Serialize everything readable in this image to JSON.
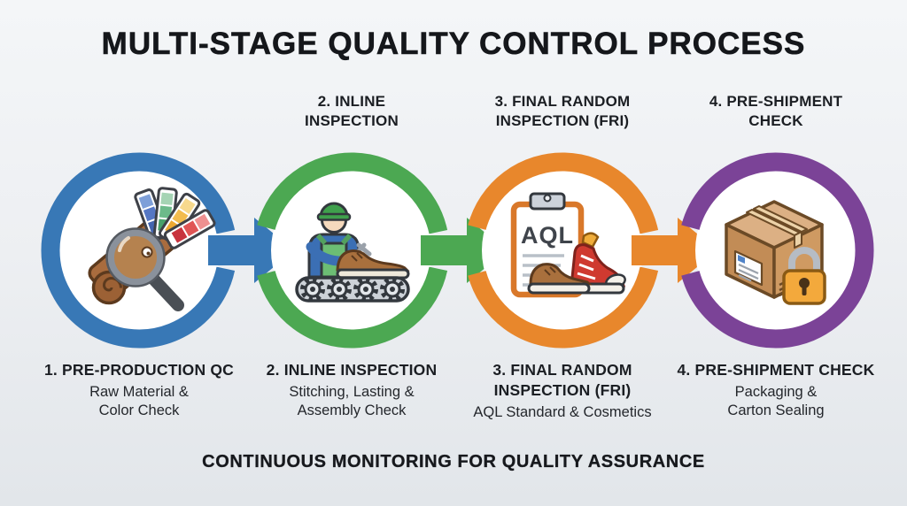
{
  "title": "MULTI-STAGE QUALITY CONTROL PROCESS",
  "footer": "CONTINUOUS MONITORING FOR QUALITY ASSURANCE",
  "colors": {
    "background_top": "#f4f6f8",
    "background_bottom": "#e2e6ea",
    "text": "#17191d"
  },
  "stages": [
    {
      "id": 1,
      "color": "#3878b6",
      "icon": "magnifier-fabric-color-swatches-icon",
      "top_label": [
        "",
        ""
      ],
      "caption_title": [
        "1. PRE-PRODUCTION QC"
      ],
      "caption_sub": [
        "Raw Material &",
        "Color Check"
      ]
    },
    {
      "id": 2,
      "color": "#4ca852",
      "icon": "worker-shoe-conveyor-icon",
      "top_label": [
        "2. INLINE",
        "INSPECTION"
      ],
      "caption_title": [
        "2. INLINE INSPECTION"
      ],
      "caption_sub": [
        "Stitching, Lasting &",
        "Assembly Check"
      ]
    },
    {
      "id": 3,
      "color": "#e8872c",
      "icon": "aql-clipboard-shoes-icon",
      "icon_text": "AQL",
      "top_label": [
        "3. FINAL RANDOM",
        "INSPECTION (FRI)"
      ],
      "caption_title": [
        "3. FINAL RANDOM",
        "INSPECTION (FRI)"
      ],
      "caption_sub": [
        "AQL Standard & Cosmetics"
      ]
    },
    {
      "id": 4,
      "color": "#7b4397",
      "icon": "sealed-carton-padlock-icon",
      "top_label": [
        "4. PRE-SHIPMENT",
        "CHECK"
      ],
      "caption_title": [
        "4. PRE-SHIPMENT CHECK"
      ],
      "caption_sub": [
        "Packaging &",
        "Carton Sealing"
      ]
    }
  ]
}
